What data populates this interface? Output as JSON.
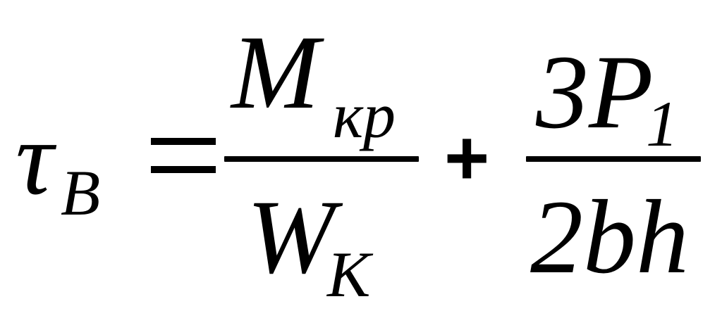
{
  "formula": {
    "lhs": {
      "base": "τ",
      "subscript": "B"
    },
    "equals": "=",
    "term1": {
      "numerator": {
        "base": "M",
        "subscript": "кр"
      },
      "denominator": {
        "base": "W",
        "subscript": "K"
      }
    },
    "plus": "+",
    "term2": {
      "numerator": {
        "base": "3P",
        "subscript": "1"
      },
      "denominator": {
        "base": "2bh"
      }
    }
  },
  "colors": {
    "ink": "#000000",
    "background": "#ffffff"
  }
}
